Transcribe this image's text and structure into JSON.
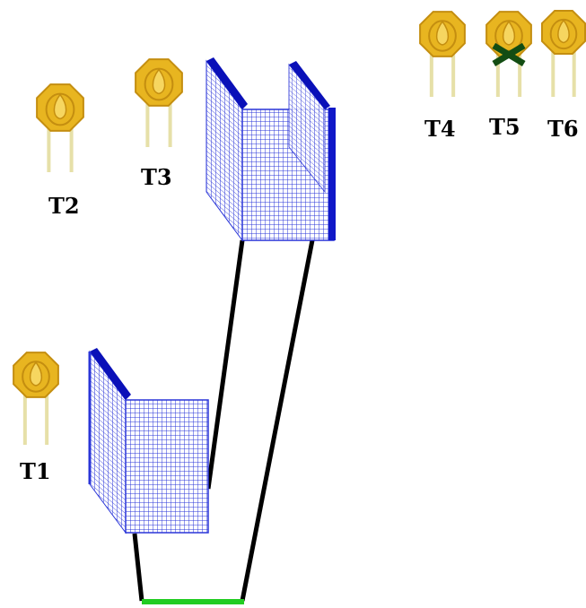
{
  "targets": [
    {
      "id": "t1",
      "label": "T1",
      "marked_x": false
    },
    {
      "id": "t2",
      "label": "T2",
      "marked_x": false
    },
    {
      "id": "t3",
      "label": "T3",
      "marked_x": false
    },
    {
      "id": "t4",
      "label": "T4",
      "marked_x": false
    },
    {
      "id": "t5",
      "label": "T5",
      "marked_x": true
    },
    {
      "id": "t6",
      "label": "T6",
      "marked_x": false
    }
  ],
  "colors": {
    "target_fill": "#E8B520",
    "target_dark": "#C48E10",
    "target_light": "#F6D660",
    "target_post": "#E6E0A8",
    "mesh": "#2A35D8",
    "mesh_edge": "#0A10B8",
    "line": "#000000",
    "base_line": "#22CC22",
    "x_mark": "#134D13"
  },
  "icons": {
    "target": "octagon-target-icon",
    "mark": "x-mark-icon",
    "basket": "wire-mesh-basket-icon"
  }
}
